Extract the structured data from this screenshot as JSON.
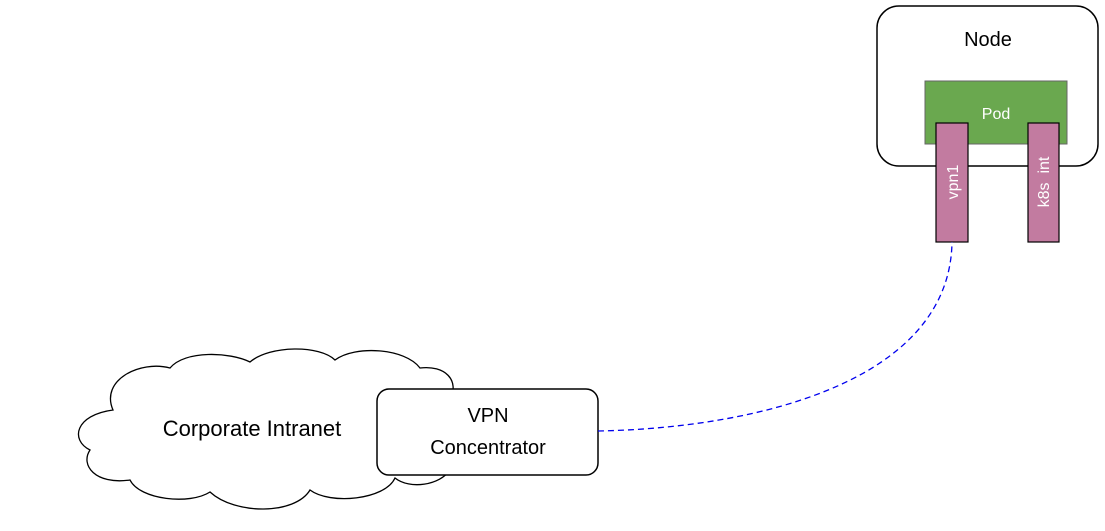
{
  "diagram": {
    "node": {
      "label": "Node"
    },
    "pod": {
      "label": "Pod",
      "fill": "#6aa84f"
    },
    "interfaces": [
      {
        "label": "vpn1",
        "fill": "#c27ba0"
      },
      {
        "label": "k8s  int",
        "fill": "#c27ba0"
      }
    ],
    "cloud": {
      "label": "Corporate Intranet"
    },
    "vpn_concentrator": {
      "label_line1": "VPN",
      "label_line2": "Concentrator"
    },
    "connection": {
      "from": "VPN Concentrator",
      "to": "vpn1",
      "style": "dashed",
      "color": "#0000ee"
    }
  }
}
